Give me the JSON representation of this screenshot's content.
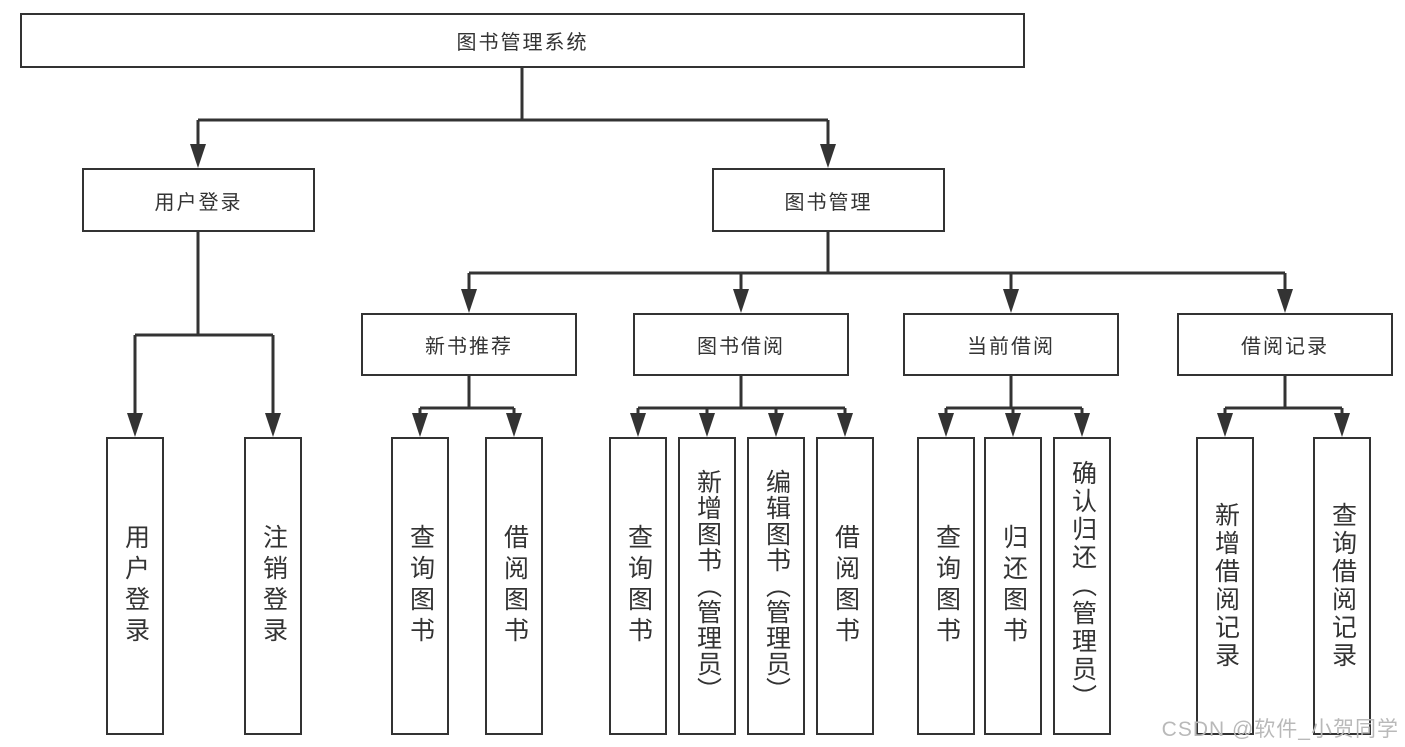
{
  "colors": {
    "line": "#333333",
    "text": "#333333",
    "box_background": "#ffffff",
    "watermark_text": "#b9b9b9"
  },
  "watermark": "CSDN @软件_小贺同学",
  "tree": {
    "root": "图书管理系统",
    "branches": [
      {
        "label": "用户登录",
        "children": [
          {
            "label": "用户登录"
          },
          {
            "label": "注销登录"
          }
        ]
      },
      {
        "label": "图书管理",
        "children": [
          {
            "label": "新书推荐",
            "children": [
              {
                "label": "查询图书"
              },
              {
                "label": "借阅图书"
              }
            ]
          },
          {
            "label": "图书借阅",
            "children": [
              {
                "label": "查询图书"
              },
              {
                "label": "新增图书（管理员）"
              },
              {
                "label": "编辑图书（管理员）"
              },
              {
                "label": "借阅图书"
              }
            ]
          },
          {
            "label": "当前借阅",
            "children": [
              {
                "label": "查询图书"
              },
              {
                "label": "归还图书"
              },
              {
                "label": "确认归还（管理员）"
              }
            ]
          },
          {
            "label": "借阅记录",
            "children": [
              {
                "label": "新增借阅记录"
              },
              {
                "label": "查询借阅记录"
              }
            ]
          }
        ]
      }
    ]
  }
}
